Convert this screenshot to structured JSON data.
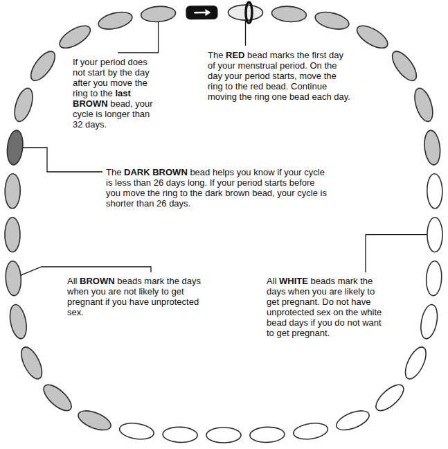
{
  "diagram": {
    "labels": [
      "If your period does not start by the day after you move the ring to the last BROWN bead, your cycle is longer than 32 days.",
      "The RED bead marks the first day of your menstrual period. On the day your period starts, move the ring to the red bead. Continue moving the ring one bead each day.",
      "The DARK BROWN bead helps you know if your cycle is less than 26 days long. If your period starts before you move the ring to the dark brown bead, your cycle is shorter than 26 days.",
      "All BROWN beads mark the days when you are not likely to get pregnant if you have unprotected sex.",
      "All WHITE beads mark the days when you are likely to get pregnant. Do not have unprotected sex on the white bead days if you do not want to get pregnant."
    ]
  }
}
